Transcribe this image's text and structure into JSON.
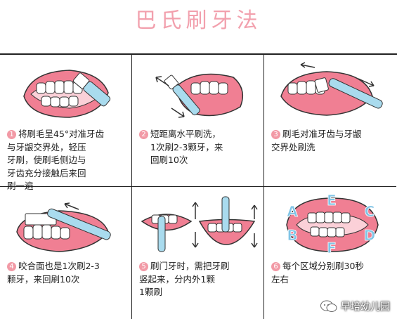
{
  "title": "巴氏刷牙法",
  "steps": [
    {
      "number": "1",
      "lines": [
        "将刷毛呈45°对准牙齿",
        "与牙龈交界处，轻压",
        "牙刷，使刷毛侧边与",
        "牙齿充分接触后来回",
        "刷一遍"
      ]
    },
    {
      "number": "2",
      "lines": [
        "短距离水平刷洗，",
        "1次刷2-3颗牙，来",
        "回刷10次"
      ]
    },
    {
      "number": "3",
      "lines": [
        "刷毛对准牙齿与牙龈",
        "交界处刷洗"
      ]
    },
    {
      "number": "4",
      "lines": [
        "咬合面也是1次刷2-3",
        "颗牙，来回刷10次"
      ]
    },
    {
      "number": "5",
      "lines": [
        "刷门牙时，需把牙刷",
        "竖起来，分内外1颗",
        "1颗刷"
      ]
    },
    {
      "number": "6",
      "lines": [
        "每个区域分别刷30秒",
        "左右"
      ]
    }
  ],
  "zones": {
    "A": "A",
    "B": "B",
    "C": "C",
    "D": "D",
    "E": "E",
    "F": "F"
  },
  "watermark": "早培幼儿园",
  "colors": {
    "pink": "#f2a0ad",
    "gum": "#f07f93",
    "brush": "#a9dbee",
    "zone": "#7fc4e6"
  }
}
